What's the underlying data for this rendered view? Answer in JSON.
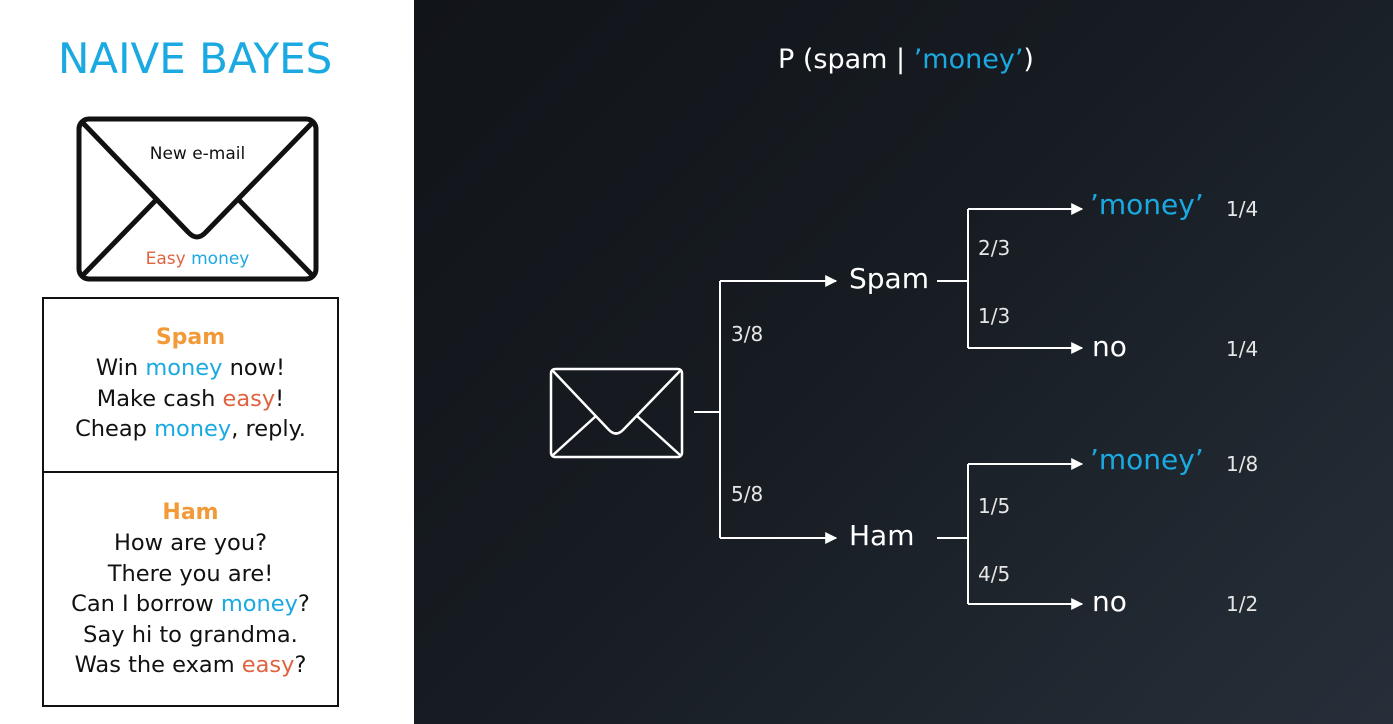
{
  "colors": {
    "accent_blue": "#1aa9e0",
    "accent_orange": "#f29a38",
    "accent_red": "#e0633f",
    "text_dark": "#111111",
    "text_light": "#ffffff"
  },
  "left": {
    "title": "NAIVE BAYES",
    "email": {
      "label": "New e-mail",
      "subject_word_1": "Easy",
      "subject_word_2": "money"
    },
    "spam": {
      "heading": "Spam",
      "lines": [
        {
          "a": "Win ",
          "b": "money",
          "c": " now!"
        },
        {
          "a": "Make cash ",
          "b": "easy",
          "c": "!"
        },
        {
          "a": "Cheap ",
          "b": "money",
          "c": ", reply."
        }
      ]
    },
    "ham": {
      "heading": "Ham",
      "lines": [
        {
          "a": "How are you?"
        },
        {
          "a": "There you are!"
        },
        {
          "a": "Can I borrow ",
          "b": "money",
          "c": "?"
        },
        {
          "a": "Say hi to grandma."
        },
        {
          "a": "Was the exam ",
          "b": "easy",
          "c": "?"
        }
      ]
    }
  },
  "diagram": {
    "formula": {
      "prefix": "P (spam | ",
      "highlight": "’money’",
      "suffix": ")"
    },
    "root_icon": "envelope-icon",
    "branches": [
      {
        "class": "Spam",
        "prior": "3/8",
        "children": [
          {
            "outcome": "’money’",
            "conditional": "2/3",
            "joint": "1/4"
          },
          {
            "outcome": "no",
            "conditional": "1/3",
            "joint": "1/4"
          }
        ]
      },
      {
        "class": "Ham",
        "prior": "5/8",
        "children": [
          {
            "outcome": "’money’",
            "conditional": "1/5",
            "joint": "1/8"
          },
          {
            "outcome": "no",
            "conditional": "4/5",
            "joint": "1/2"
          }
        ]
      }
    ]
  }
}
